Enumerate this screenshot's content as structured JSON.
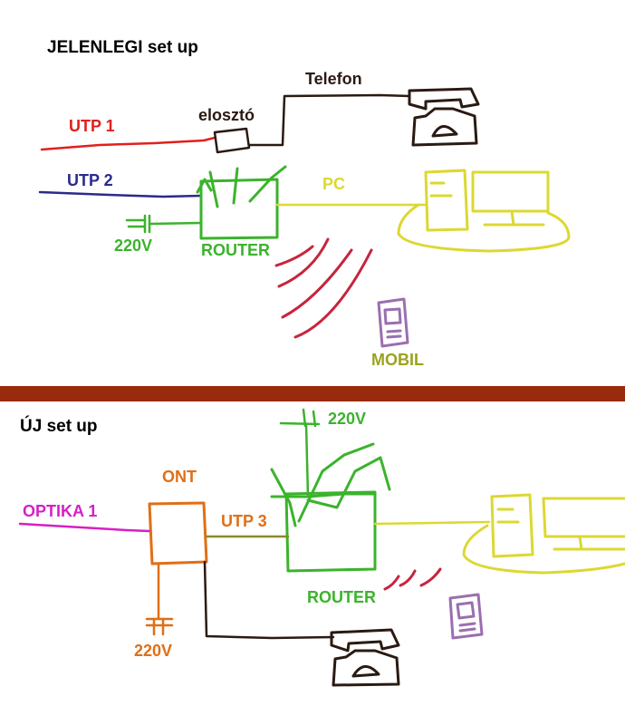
{
  "top_section": {
    "heading": "JELENLEGI set up",
    "labels": {
      "utp1": "UTP 1",
      "eloszto": "elosztó",
      "telefon": "Telefon",
      "utp2": "UTP 2",
      "pc": "PC",
      "power": "220V",
      "router": "ROUTER",
      "mobil": "MOBIL"
    }
  },
  "bottom_section": {
    "heading": "ÚJ set up",
    "labels": {
      "power_router": "220V",
      "ont": "ONT",
      "optika1": "OPTIKA 1",
      "utp3": "UTP 3",
      "router": "ROUTER",
      "power_ont": "220V"
    }
  },
  "colors": {
    "red": "#e0201e",
    "navy": "#2b2a8c",
    "black": "#2a1a12",
    "green": "#3bb32c",
    "yellow": "#dcd832",
    "wifi": "#c8243c",
    "purple": "#9a6fb0",
    "olive": "#9aa31f",
    "orange": "#e06f16",
    "magenta": "#d61fc4",
    "khaki": "#8a8a2a",
    "divider": "#992a0e"
  }
}
